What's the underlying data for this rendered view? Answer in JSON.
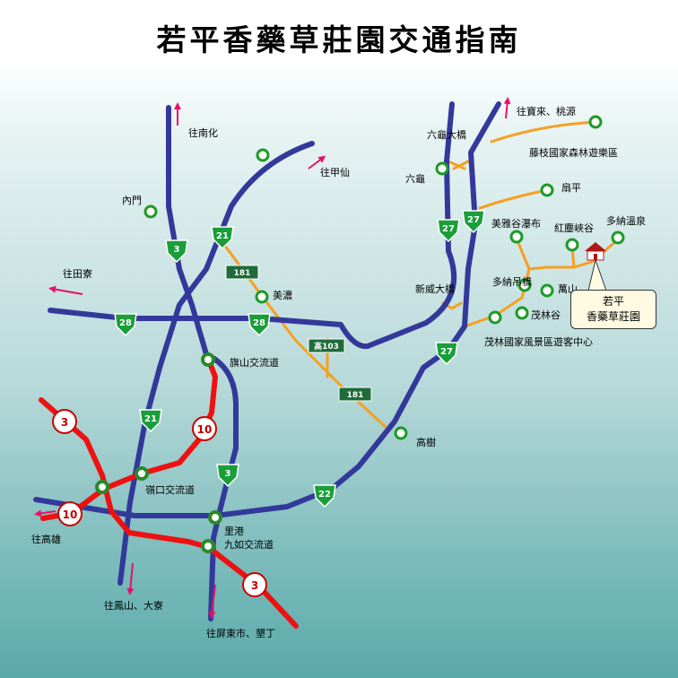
{
  "title": "若平香藥草莊園交通指南",
  "labels": {
    "nanhua": "往南化",
    "jiaxian": "往甲仙",
    "baolai": "往寶來、桃源",
    "tianliao": "往田寮",
    "kaohsiung": "往高雄",
    "fengshan": "往鳳山、大寮",
    "pingtung": "往屏東市、墾丁",
    "menmen": "內門",
    "liugui_bridge": "六龜大橋",
    "liugui": "六龜",
    "tengzhi": "藤枝國家森林遊樂區",
    "shanping": "扇平",
    "meiya": "美雅谷瀑布",
    "hongye": "紅塵峽谷",
    "duona_hotspring": "多納溫泉",
    "xinwei_bridge": "新威大橋",
    "duona_bridge": "多納吊橋",
    "wanshan": "萬山",
    "maolin": "茂林谷",
    "maolin_center": "茂林國家風景區遊客中心",
    "meinong": "美濃",
    "qishan_ic": "旗山交流道",
    "gaoshu": "高樹",
    "lingkou_ic": "嶺口交流道",
    "ligang": "里港",
    "jiuru_ic": "九如交流道"
  },
  "callout": {
    "line1": "若平",
    "line2": "香藥草莊園"
  },
  "route_shields": {
    "r3": "3",
    "r21": "21",
    "r27": "27",
    "r28": "28",
    "r22": "22"
  },
  "provincial_roads": {
    "p181": "181",
    "p181b": "181",
    "k103": "高103"
  },
  "freeways": {
    "f3": "3",
    "f10": "10"
  },
  "colors": {
    "blue_road": "#33399a",
    "red_freeway": "#ee1111",
    "orange_road": "#f5a020",
    "poi_green": "#1d9a2a",
    "arrow_pink": "#e8106a",
    "shield_green": "#1a9e3a"
  }
}
